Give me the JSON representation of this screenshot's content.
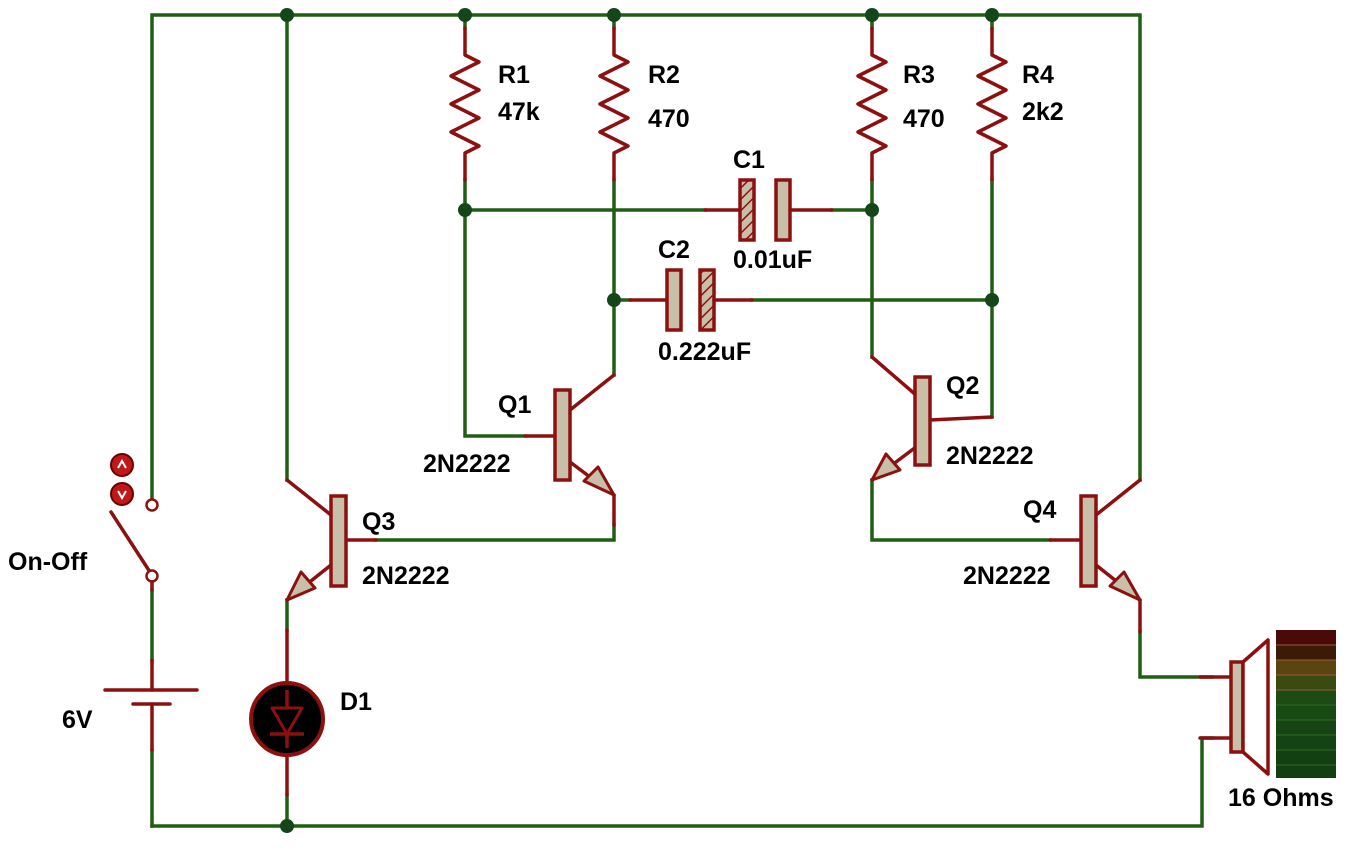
{
  "schematic": {
    "components": {
      "r1": {
        "ref": "R1",
        "value": "47k"
      },
      "r2": {
        "ref": "R2",
        "value": "470"
      },
      "r3": {
        "ref": "R3",
        "value": "470"
      },
      "r4": {
        "ref": "R4",
        "value": "2k2"
      },
      "c1": {
        "ref": "C1",
        "value": "0.01uF"
      },
      "c2": {
        "ref": "C2",
        "value": "0.222uF"
      },
      "q1": {
        "ref": "Q1",
        "value": "2N2222"
      },
      "q2": {
        "ref": "Q2",
        "value": "2N2222"
      },
      "q3": {
        "ref": "Q3",
        "value": "2N2222"
      },
      "q4": {
        "ref": "Q4",
        "value": "2N2222"
      },
      "d1": {
        "ref": "D1"
      },
      "switch": {
        "label": "On-Off"
      },
      "battery": {
        "value": "6V"
      },
      "speaker": {
        "value": "16 Ohms"
      }
    },
    "colors": {
      "wire": "#1f5f14",
      "component_lead": "#8c1010",
      "component_body": "#c8bfa8",
      "junction": "#14461a"
    },
    "icons": [
      "resistor-icon",
      "capacitor-icon",
      "npn-transistor-icon",
      "led-icon",
      "switch-icon",
      "battery-icon",
      "speaker-icon"
    ]
  }
}
